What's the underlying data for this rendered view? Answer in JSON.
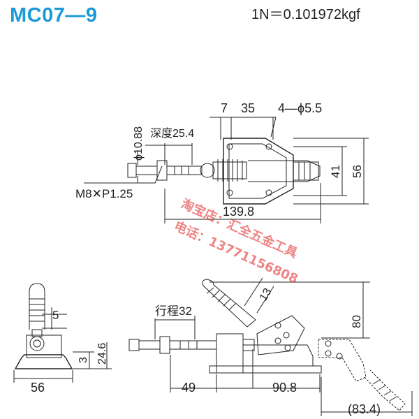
{
  "header": {
    "model": "MC07—9",
    "unit_conversion": "1N＝0.101972kgf"
  },
  "top_view": {
    "dim_7": "7",
    "dim_35": "35",
    "dim_holes": "4—ϕ5.5",
    "dim_dia": "ϕ10.88",
    "dim_depth": "深度25.4",
    "dim_thread": "M8✕P1.25",
    "dim_length": "139.8",
    "dim_41": "41",
    "dim_56": "56"
  },
  "front_view": {
    "dim_5": "5",
    "dim_3": "3",
    "dim_24_6": "24.6",
    "dim_base": "56"
  },
  "side_view": {
    "dim_stroke": "行程32",
    "dim_13": "13",
    "dim_80": "80",
    "dim_49": "49",
    "dim_90_8": "90.8",
    "dim_83_4": "(83.4)"
  },
  "watermark": {
    "line1": "淘宝店：汇全五金工具",
    "line2": "电话：13771156808"
  }
}
